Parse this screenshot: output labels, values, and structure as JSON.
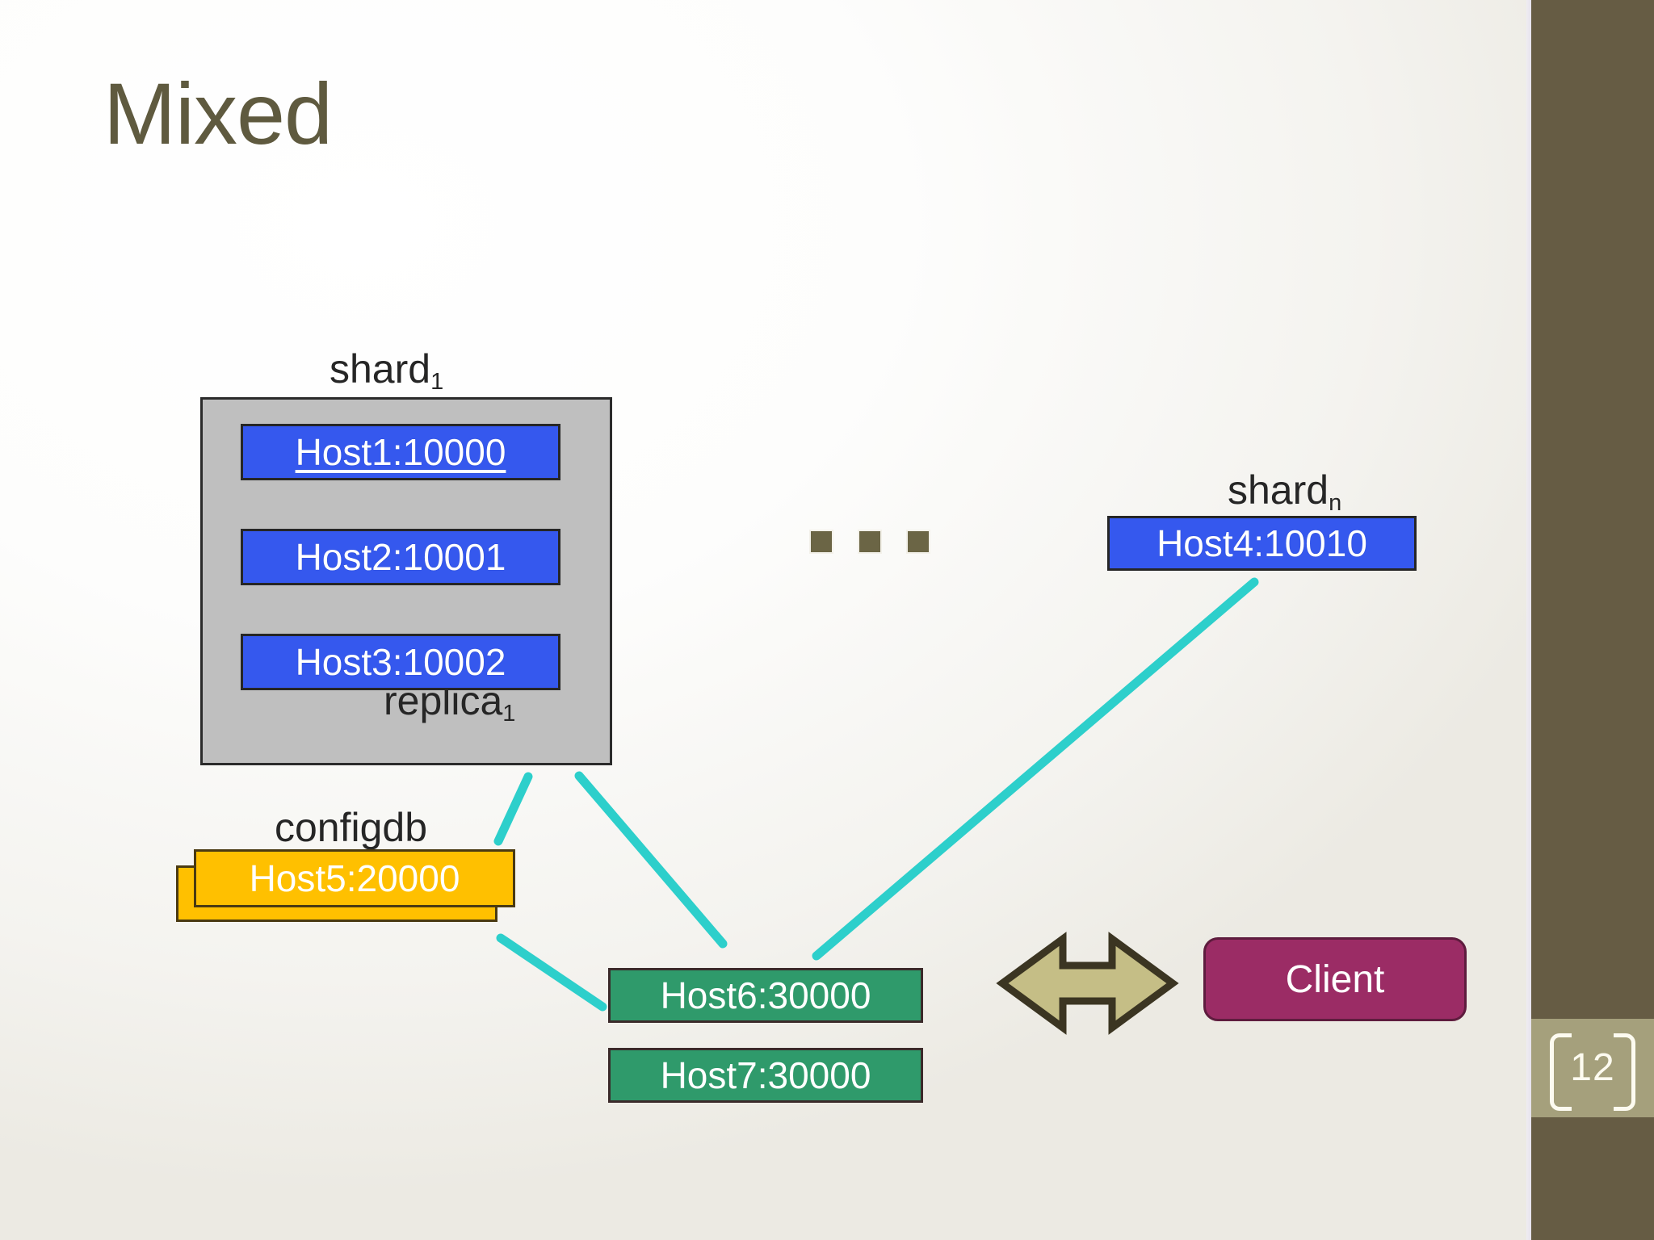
{
  "slide": {
    "title": "Mixed",
    "page_number": "12",
    "accent_title_color": "#5F5A3F",
    "band_color": "#665C44",
    "pagenum_block_color": "#A5A07C",
    "background_color": "#FFFFFF"
  },
  "diagram": {
    "shard1": {
      "label": "shard",
      "label_sub": "1",
      "container_color": "#BFBFBF",
      "inner_label": "replica",
      "inner_label_sub": "1",
      "members": [
        {
          "name": "Host1:10000",
          "color": "#3558EE",
          "primary": true
        },
        {
          "name": "Host2:10001",
          "color": "#3558EE",
          "primary": false
        },
        {
          "name": "Host3:10002",
          "color": "#3558EE",
          "primary": false
        }
      ]
    },
    "ellipsis": {
      "glyph": "dot",
      "count": 3,
      "color": "#6B6545"
    },
    "shardn": {
      "label": "shard",
      "label_sub": "n",
      "members": [
        {
          "name": "Host4:10010",
          "color": "#3558EE",
          "primary": false
        }
      ]
    },
    "configdb": {
      "label": "configdb",
      "color": "#FFC000",
      "members": [
        {
          "name": "Host5:20000"
        }
      ]
    },
    "routers": {
      "color": "#2F9A6B",
      "members": [
        {
          "name": "Host6:30000"
        },
        {
          "name": "Host7:30000"
        }
      ]
    },
    "client": {
      "label": "Client",
      "color": "#9B2C65"
    },
    "link_color": "#2DCFCB",
    "arrow_fill": "#C5BE86",
    "arrow_stroke": "#3B3522"
  }
}
